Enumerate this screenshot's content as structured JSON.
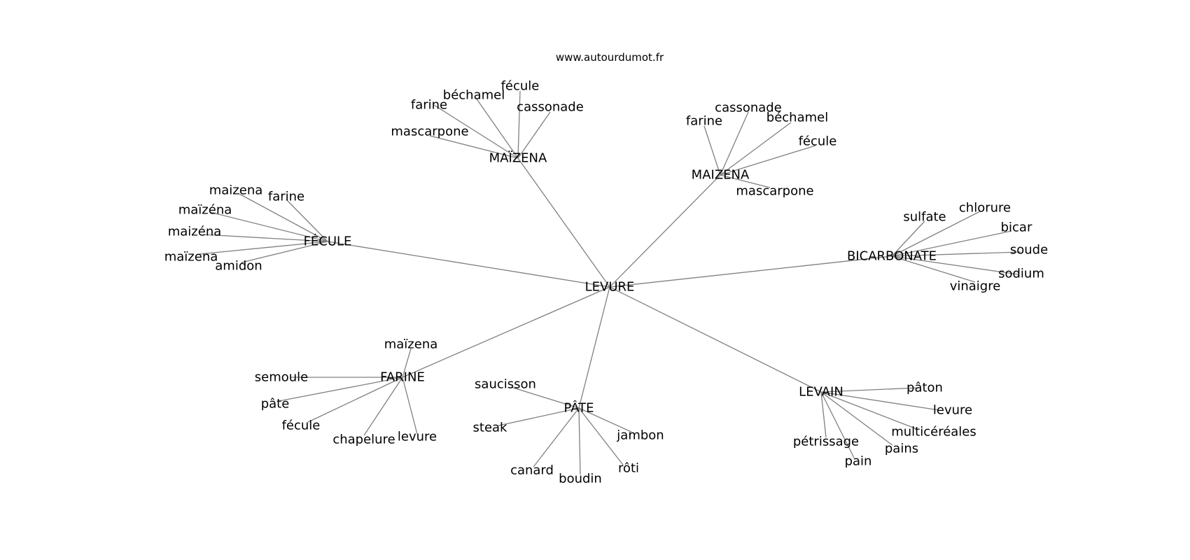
{
  "site": "www.autourdumot.fr",
  "root": "LEVURE",
  "branches": [
    {
      "label": "MAÏZENA",
      "children": [
        "fécule",
        "béchamel",
        "farine",
        "cassonade",
        "mascarpone"
      ]
    },
    {
      "label": "MAIZENA",
      "children": [
        "cassonade",
        "béchamel",
        "farine",
        "fécule",
        "mascarpone"
      ]
    },
    {
      "label": "FÉCULE",
      "children": [
        "maizena",
        "farine",
        "maïzéna",
        "maizéna",
        "maïzena",
        "amidon"
      ]
    },
    {
      "label": "BICARBONATE",
      "children": [
        "sulfate",
        "chlorure",
        "bicar",
        "soude",
        "sodium",
        "vinaigre"
      ]
    },
    {
      "label": "FARINE",
      "children": [
        "maïzena",
        "semoule",
        "pâte",
        "fécule",
        "chapelure",
        "levure"
      ]
    },
    {
      "label": "PÂTE",
      "children": [
        "saucisson",
        "steak",
        "jambon",
        "canard",
        "boudin",
        "rôti"
      ]
    },
    {
      "label": "LEVAIN",
      "children": [
        "pâton",
        "levure",
        "multicéréales",
        "pains",
        "pétrissage",
        "pain"
      ]
    }
  ]
}
